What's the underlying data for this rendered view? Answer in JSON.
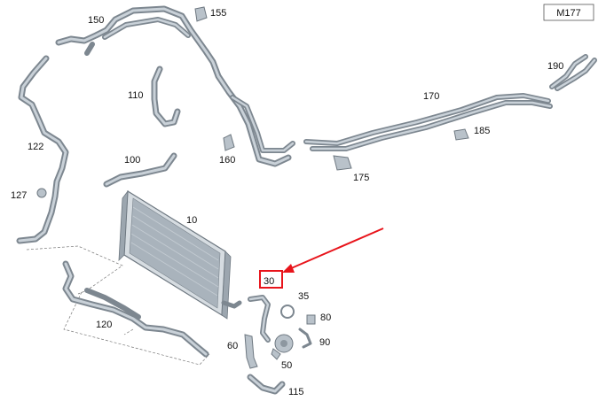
{
  "diagram": {
    "model_code": "M177",
    "highlight_color": "#e8141b",
    "labels": {
      "p10": "10",
      "p30": "30",
      "p35": "35",
      "p50": "50",
      "p60": "60",
      "p80": "80",
      "p90": "90",
      "p100": "100",
      "p110": "110",
      "p115": "115",
      "p120": "120",
      "p122": "122",
      "p127": "127",
      "p150": "150",
      "p155": "155",
      "p160": "160",
      "p170": "170",
      "p175": "175",
      "p185": "185",
      "p190": "190"
    },
    "highlighted_part": "30"
  }
}
